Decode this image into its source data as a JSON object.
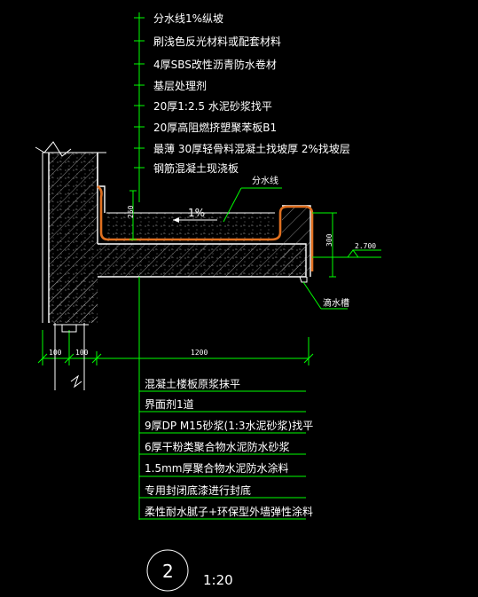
{
  "top_layers": [
    "分水线1%纵坡",
    "刷浅色反光材料或配套材料",
    "4厚SBS改性沥青防水卷材",
    "基层处理剂",
    "20厚1:2.5  水泥砂浆找平",
    "20厚高阻燃挤塑聚苯板B1",
    "最薄 30厚轻骨料混凝土找坡厚       2%找坡层",
    "钢筋混凝土现浇板"
  ],
  "labels": {
    "divider_line": "分水线",
    "slope": "1%",
    "drip_groove": "滴水槽",
    "elevation": "2.700",
    "dim_250": "250",
    "dim_300": "300",
    "dim_1200": "1200",
    "dim_100_a": "100",
    "dim_100_b": "100"
  },
  "bottom_layers": [
    "混凝土楼板原浆抹平",
    "界面剂1道",
    "9厚DP M15砂浆(1:3水泥砂浆)找平",
    "6厚干粉类聚合物水泥防水砂浆",
    "1.5mm厚聚合物水泥防水涂料",
    "专用封闭底漆进行封底",
    "柔性耐水腻子+环保型外墙弹性涂料"
  ],
  "title": {
    "number": "2",
    "scale": "1:20"
  },
  "colors": {
    "leader": "#00ff00",
    "outline": "#ffffff",
    "membrane": "#e07020",
    "background": "#000000"
  }
}
